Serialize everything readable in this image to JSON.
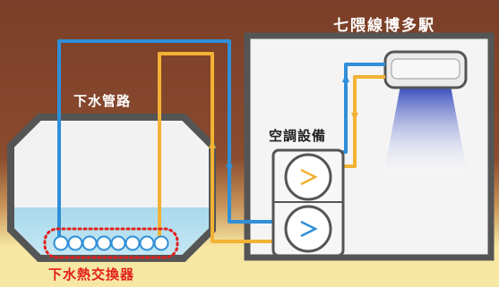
{
  "labels": {
    "station": "七隈線博多駅",
    "sewer_pipe": "下水管路",
    "hvac": "空調設備",
    "heat_exchanger": "下水熱交換器"
  },
  "colors": {
    "background_top": "#7a3f28",
    "background_bottom": "#f6e7a3",
    "frame": "#505050",
    "sewer_water": "#a8d9ec",
    "supply_line_blue": "#2f8fd8",
    "return_line_orange": "#f2b233",
    "heat_exchanger_outline": "#e3201b",
    "cold_air": "#2840b8"
  }
}
